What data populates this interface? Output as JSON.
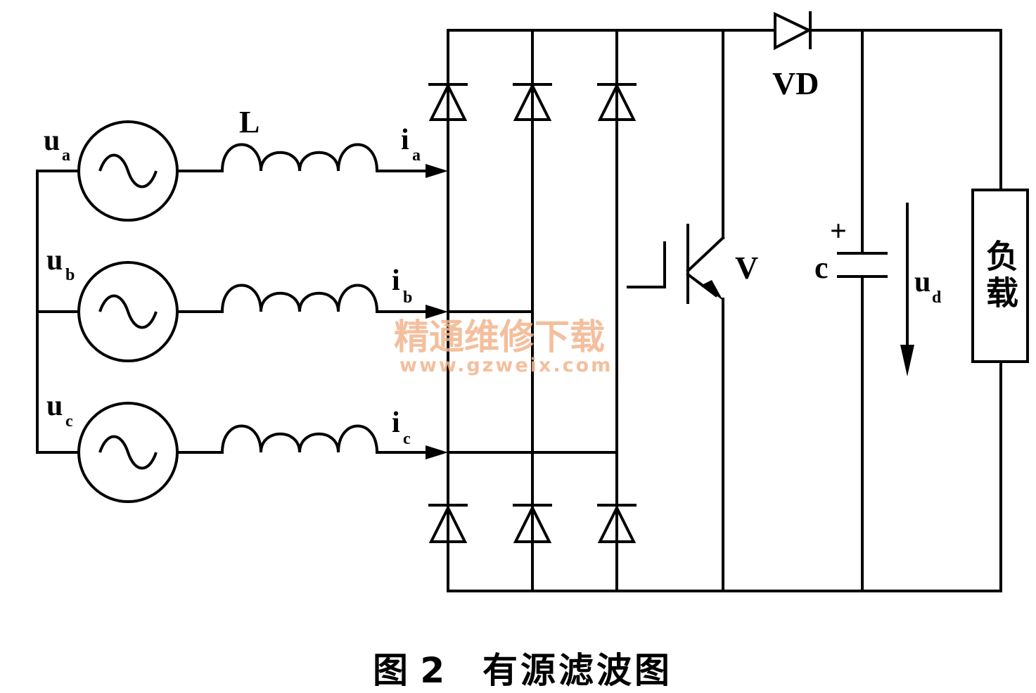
{
  "labels": {
    "inductor": "L",
    "diode_vd": "VD",
    "transistor": "V",
    "capacitor": "c",
    "cap_plus": "+",
    "load": "负载",
    "voltage_d": {
      "main": "u",
      "sub": "d"
    }
  },
  "sources": [
    {
      "main": "u",
      "sub": "a"
    },
    {
      "main": "u",
      "sub": "b"
    },
    {
      "main": "u",
      "sub": "c"
    }
  ],
  "currents": [
    {
      "main": "i",
      "sub": "a"
    },
    {
      "main": "i",
      "sub": "b"
    },
    {
      "main": "i",
      "sub": "c"
    }
  ],
  "watermark": {
    "text": "精通维修下载",
    "url": "www.gzweix.com"
  },
  "caption": {
    "number": "图 2",
    "title": "有源滤波图"
  },
  "colors": {
    "line": "#000000",
    "watermark": "#f2b48c",
    "background": "#ffffff"
  }
}
